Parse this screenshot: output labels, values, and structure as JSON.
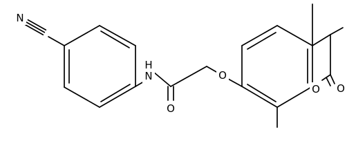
{
  "molecule": {
    "atom_labels": {
      "nitrile_n": "N",
      "amide_nh": "N",
      "amide_h": "H",
      "amide_o": "O",
      "ether_o": "O",
      "ring_o": "O",
      "lactone_o": "O"
    }
  },
  "colors": {
    "bond": "#000000",
    "label": "#000000",
    "background": "#ffffff"
  }
}
